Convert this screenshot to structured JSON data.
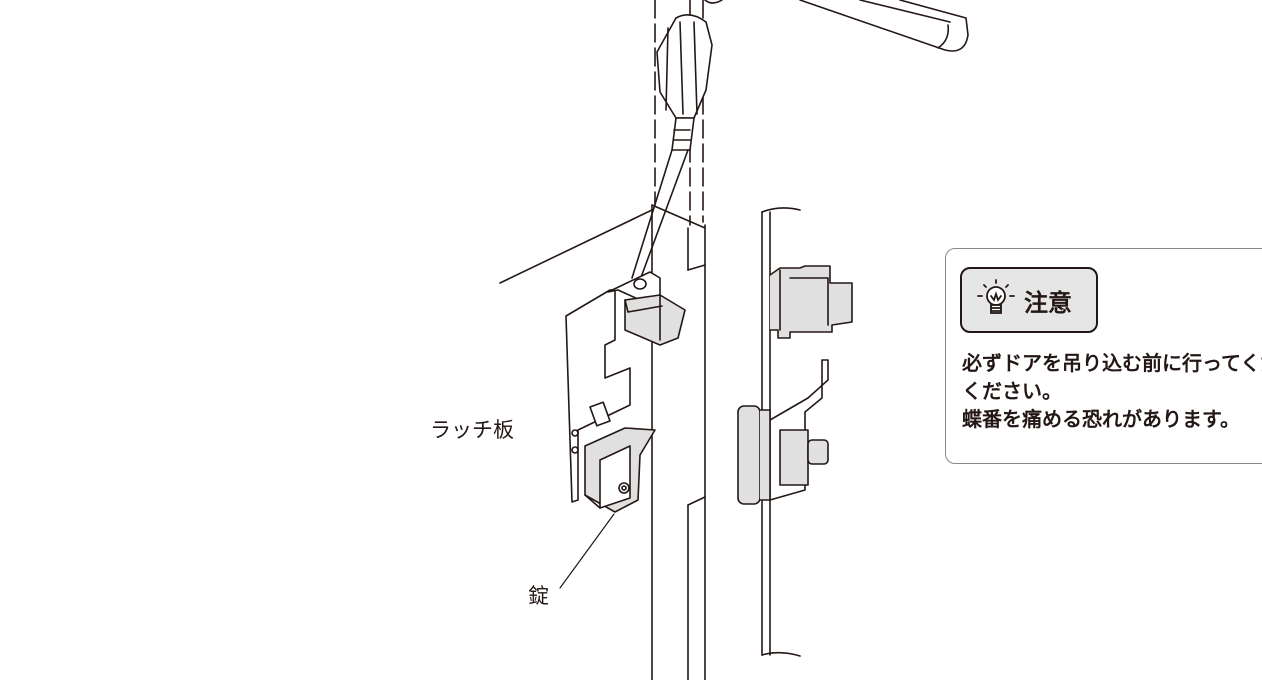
{
  "labels": {
    "latch_plate": "ラッチ板",
    "lock": "錠"
  },
  "caution": {
    "title": "注意",
    "icon": "lightbulb-icon",
    "lines": [
      "必ずドアを吊り込む前に行ってください。",
      "ください。",
      "蝶番を痛める恐れがあります。"
    ]
  },
  "colors": {
    "line": "#231815",
    "part_fill": "#e0e0e0",
    "badge_fill": "#e6e6e6"
  }
}
